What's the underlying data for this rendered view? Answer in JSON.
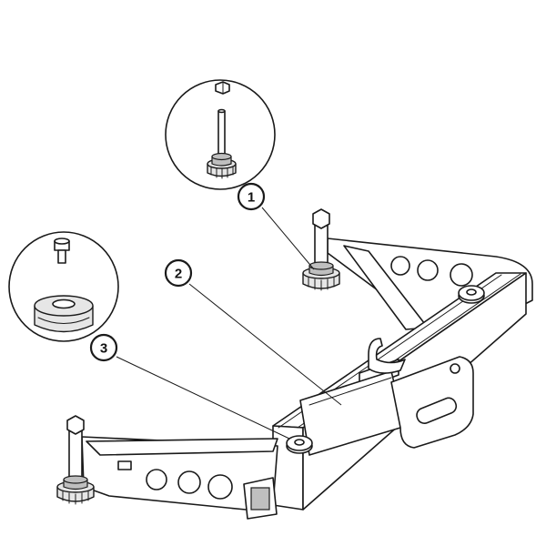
{
  "callouts": [
    {
      "label": "1"
    },
    {
      "label": "2"
    },
    {
      "label": "3"
    }
  ],
  "colors": {
    "line": "#1a1a1a",
    "fill_light": "#e6e6e6",
    "fill_mid": "#bfbfbf",
    "background": "#ffffff"
  }
}
